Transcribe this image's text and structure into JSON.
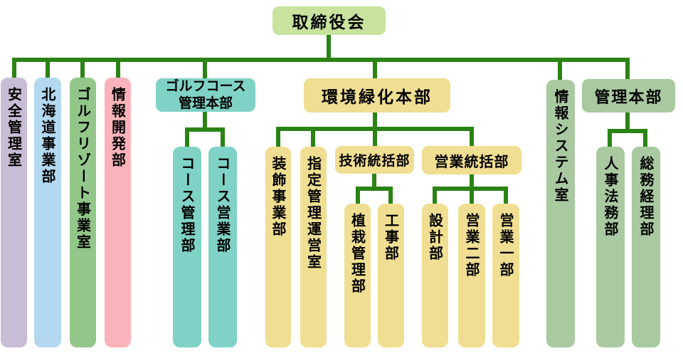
{
  "diagram": {
    "type": "org-chart",
    "orientation": "top-down",
    "language": "ja"
  },
  "colors": {
    "connector_green": "#2a8314",
    "board_green": "#c7e39e",
    "lavender": "#c7bdd4",
    "light_blue": "#b3d8f0",
    "green": "#92c789",
    "pink": "#fab3bb",
    "teal": "#80d2c6",
    "yellow": "#f0de92",
    "sage_green": "#a9c9a0",
    "background": "#ffffff",
    "text": "#000000"
  },
  "hierarchy": {
    "label": "取締役会",
    "children": [
      {
        "label": "安全管理室"
      },
      {
        "label": "北海道事業部"
      },
      {
        "label": "ゴルフリゾート事業室"
      },
      {
        "label": "情報開発部"
      },
      {
        "label": "ゴルフコース管理本部",
        "children": [
          {
            "label": "コース管理部"
          },
          {
            "label": "コース営業部"
          }
        ]
      },
      {
        "label": "環境緑化本部",
        "children": [
          {
            "label": "装飾事業部"
          },
          {
            "label": "指定管理運営室"
          },
          {
            "label": "技術統括部",
            "children": [
              {
                "label": "植栽管理部"
              },
              {
                "label": "工事部"
              }
            ]
          },
          {
            "label": "営業統括部",
            "children": [
              {
                "label": "設計部"
              },
              {
                "label": "営業二部"
              },
              {
                "label": "営業一部"
              }
            ]
          }
        ]
      },
      {
        "label": "情報システム室"
      },
      {
        "label": "管理本部",
        "children": [
          {
            "label": "人事法務部"
          },
          {
            "label": "総務経理部"
          }
        ]
      }
    ]
  }
}
